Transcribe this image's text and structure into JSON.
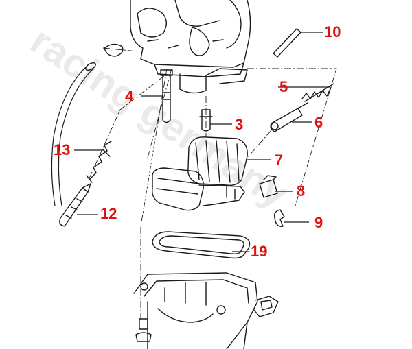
{
  "colors": {
    "callout": "#e01010",
    "line": "#1a1a1a",
    "watermark": "#d9d9d9"
  },
  "watermark": "racing germany",
  "callouts": {
    "c10": "10",
    "c4": "4",
    "c5": "5",
    "c6": "6",
    "c3": "3",
    "c13": "13",
    "c7": "7",
    "c8": "8",
    "c12": "12",
    "c9": "9",
    "c19": "19"
  }
}
